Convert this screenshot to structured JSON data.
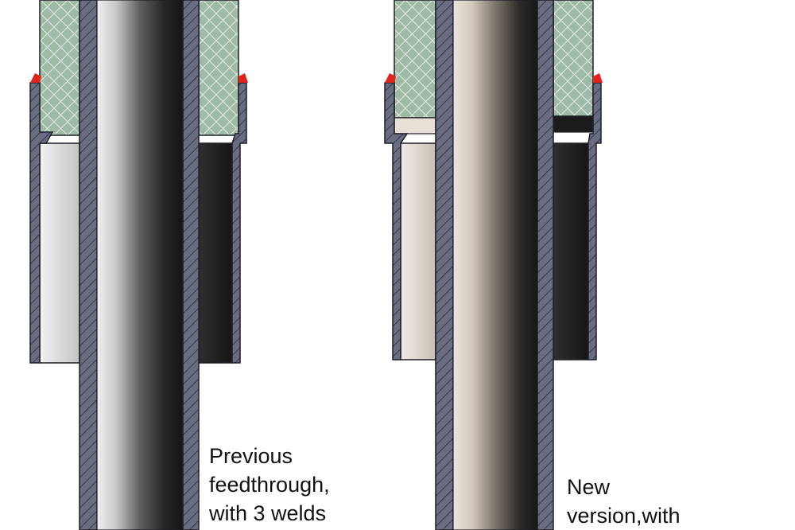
{
  "colors": {
    "background": "#ffffff",
    "insulator": "#9fbaa5",
    "insulator_mesh": "#d9e4dc",
    "wall": "#6a6c82",
    "wall_hatch": "#2c2d3a",
    "outline": "#1e1e28",
    "weld": "#e0241b",
    "rod_light": "#e6e6e6",
    "rod_dark": "#1f1f1f",
    "rod_beige": "#d8cfc3",
    "sleeve_light": "#dedede",
    "sleeve_beige": "#ddd6cc",
    "sleeve_dark": "#2a2a2a",
    "caption_text": "#111111"
  },
  "diagrams": [
    {
      "id": "previous",
      "caption_lines": [
        "Previous",
        "feedthrough,",
        "with 3 welds"
      ]
    },
    {
      "id": "new",
      "caption_lines": [
        "New",
        "version,with"
      ]
    }
  ]
}
